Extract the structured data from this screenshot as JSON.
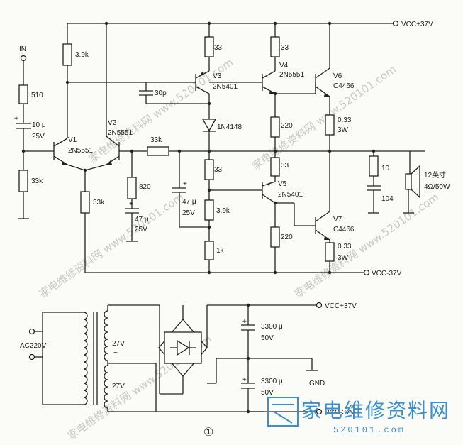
{
  "amp": {
    "vcc_pos": "VCC+37V",
    "vcc_neg": "VCC-37V",
    "in": "IN",
    "r_in": "510",
    "c_in_val": "10 μ",
    "c_in_v": "25V",
    "r_in_bias": "33k",
    "r_top": "3.9k",
    "v1": "V1",
    "v1_type": "2N5551",
    "v2": "V2",
    "v2_type": "2N5551",
    "r_tail": "33k",
    "r_820": "820",
    "c_47a_val": "47 μ",
    "c_47a_v": "25V",
    "r_fb": "33k",
    "c_47b_val": "47 μ",
    "c_47b_v": "25V",
    "c_30p": "30p",
    "v3": "V3",
    "v3_type": "2N5401",
    "r_v3e": "33",
    "diode": "1N4148",
    "r_33b": "33",
    "r_39k": "3.9k",
    "r_1k": "1k",
    "v4": "V4",
    "v4_type": "2N5551",
    "r_v4e": "33",
    "r_220a": "220",
    "r_33c": "33",
    "v5": "V5",
    "v5_type": "2N5401",
    "r_220b": "220",
    "v6": "V6",
    "v6_type": "C4466",
    "r_v6_val": "0.33",
    "r_v6_w": "3W",
    "v7": "V7",
    "v7_type": "C4466",
    "r_v7_val": "0.33",
    "r_v7_w": "3W",
    "r_10": "10",
    "c_104": "104",
    "speaker": "12英寸",
    "speaker_spec": "4Ω/50W"
  },
  "psu": {
    "ac": "AC220V",
    "sec1": "27V",
    "sec2": "27V",
    "c1_val": "3300 μ",
    "c1_v": "50V",
    "c2_val": "3300 μ",
    "c2_v": "50V",
    "vcc_pos": "VCC+37V",
    "gnd": "GND",
    "vcc_neg": "VCC-37V"
  },
  "figure_number": "①",
  "watermark": {
    "logo_text": "家电维修资料网",
    "logo_url": "520101.com",
    "diag_text": "家电维修资料网 www.520101.com",
    "color": "#3a8fd0"
  }
}
